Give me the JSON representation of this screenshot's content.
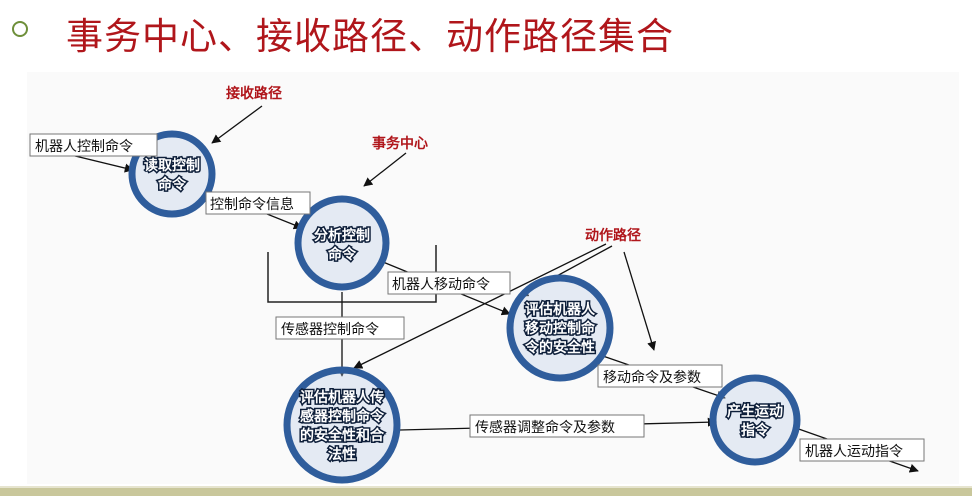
{
  "slide": {
    "title": "事务中心、接收路径、动作路径集合"
  },
  "diagram": {
    "nodes": {
      "read": [
        "读取控制",
        "命令"
      ],
      "analyze": [
        "分析控制",
        "命令"
      ],
      "eval_move": [
        "评估机器人",
        "移动控制命",
        "令的安全性"
      ],
      "eval_sensor": [
        "评估机器人传",
        "感器控制命令",
        "的安全性和合",
        "法性"
      ],
      "generate": [
        "产生运动",
        "指令"
      ]
    },
    "flows": {
      "robot_control_cmd": "机器人控制命令",
      "control_cmd_info": "控制命令信息",
      "robot_move_cmd": "机器人移动命令",
      "sensor_control_cmd": "传感器控制命令",
      "move_cmd_params": "移动命令及参数",
      "sensor_adjust_params": "传感器调整命令及参数",
      "robot_motion_instr": "机器人运动指令"
    },
    "annotations": {
      "receive_path": "接收路径",
      "transaction_center": "事务中心",
      "action_path": "动作路径"
    },
    "colors": {
      "node_ring": "#2f5d9c",
      "annotation_red": "#b0161b",
      "title_red": "#b0161b",
      "bullet_green": "#6e8f3a",
      "bottom_band": "#c9c79b"
    }
  }
}
